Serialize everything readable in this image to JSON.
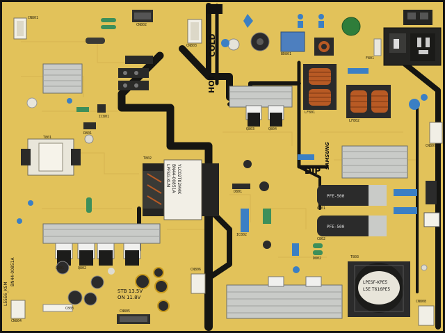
{
  "board": {
    "colors": {
      "substrate": "#e2c25a",
      "solder_mask_light": "#ecd27a",
      "isolation_black": "#151512",
      "heatsink": "#c9cbc8",
      "electrolytic_cap": "#2b2b2b",
      "y_cap_blue": "#3b7fc4",
      "coil_copper": "#b85a24",
      "connector_white": "#f1efe6",
      "silkscreen": "#2a2416"
    },
    "labels": {
      "cold": "COLD",
      "hot": "HOT",
      "dip": "DIP",
      "samsung": "SAMSUNG",
      "rail_label_1": "STB 13.5V",
      "rail_label_2": "ON 11.8V",
      "model_left_1": "L55E6_KSM",
      "model_left_2": "BN44-00851A",
      "transformer_main": "LPFSG-XLM",
      "transformer_main_2": "BN44-00851A",
      "transformer_main_3": "YLC02T02M4K",
      "transformer_br": "LPESF-KPE5",
      "transformer_br_2": "L5E T616PE5"
    },
    "refs": [
      "CN801",
      "CN802",
      "CN803",
      "CN804",
      "CN805",
      "CN806",
      "CN807",
      "CN808",
      "T801",
      "T802",
      "T803",
      "BD801",
      "LF801",
      "LF802",
      "F801",
      "Q801",
      "Q802",
      "Q803",
      "Q804",
      "D801",
      "D802",
      "IC801",
      "IC802",
      "R801",
      "C801",
      "C802",
      "C803"
    ],
    "icons": [
      "pcb-board",
      "heatsink",
      "transformer",
      "capacitor",
      "connector",
      "fuse",
      "choke-coil"
    ]
  }
}
